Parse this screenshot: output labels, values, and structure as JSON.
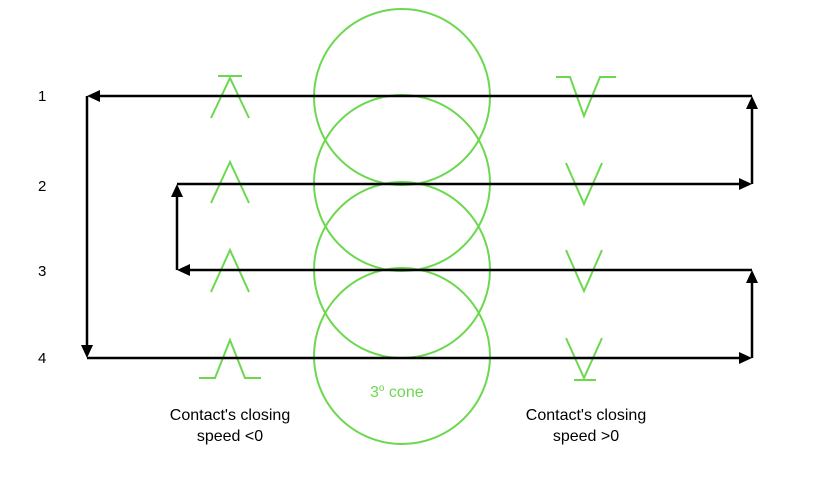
{
  "rows": [
    {
      "label": "1"
    },
    {
      "label": "2"
    },
    {
      "label": "3"
    },
    {
      "label": "4"
    }
  ],
  "cone": {
    "label_main": "3",
    "label_sup": "o",
    "label_rest": " cone"
  },
  "captions": {
    "left_line1": "Contact's closing",
    "left_line2": "speed <0",
    "right_line1": "Contact's closing",
    "right_line2": "speed >0"
  },
  "colors": {
    "accent": "#6CD84F",
    "path": "#000000"
  }
}
